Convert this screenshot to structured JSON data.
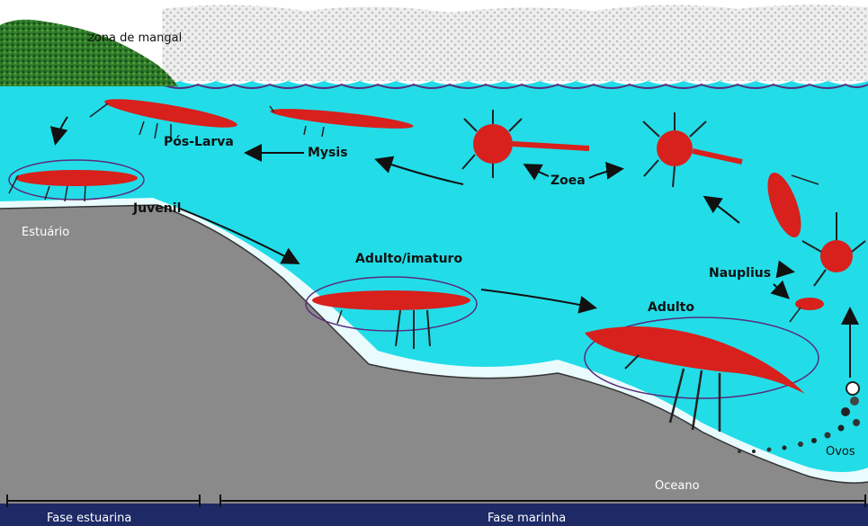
{
  "labels": {
    "mangrove": "zona de mangal",
    "estuary": "Estuário",
    "ocean": "Oceano",
    "postlarva": "Pós-Larva",
    "mysis": "Mysis",
    "zoea": "Zoea",
    "juvenile": "Juvenil",
    "subadult": "Adulto/imaturo",
    "adult": "Adulto",
    "nauplius": "Nauplius",
    "eggs": "Ovos"
  },
  "phases": {
    "estuarine": "Fase estuarina",
    "marine": "Fase marinha"
  },
  "colors": {
    "water": "#22dde8",
    "sand": "#8a8a8a",
    "mangrove": "#2e7d32",
    "shrimp": "#d8201c",
    "phase_bar": "#1e2a66"
  }
}
